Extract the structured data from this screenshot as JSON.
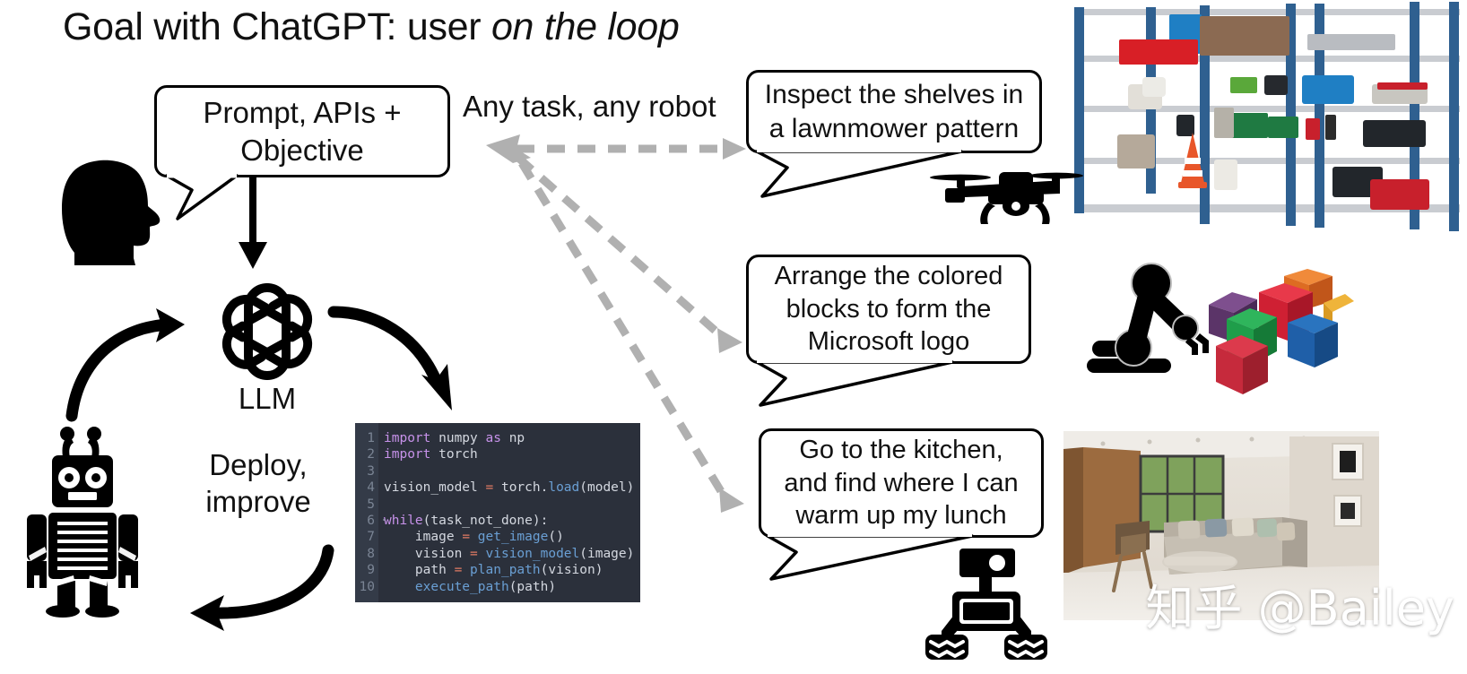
{
  "title": {
    "prefix": "Goal with ChatGPT: user ",
    "emphasis": "on the loop",
    "full": "Goal with ChatGPT: user on the loop"
  },
  "labels": {
    "any_task": "Any task, any robot",
    "llm": "LLM",
    "deploy_line1": "Deploy,",
    "deploy_line2": "improve"
  },
  "prompt_bubble": {
    "line1": "Prompt, APIs +",
    "line2": "Objective",
    "text": "Prompt, APIs + Objective"
  },
  "task_bubbles": [
    {
      "id": "inspect-shelves",
      "line1": "Inspect the shelves in",
      "line2": "a lawnmower pattern",
      "text": "Inspect the shelves in a lawnmower pattern",
      "robot": "drone"
    },
    {
      "id": "arrange-blocks",
      "line1": "Arrange the colored",
      "line2": "blocks to form the",
      "line3": "Microsoft logo",
      "text": "Arrange the colored blocks to form the Microsoft logo",
      "robot": "robot-arm"
    },
    {
      "id": "kitchen-lunch",
      "line1": "Go to the kitchen,",
      "line2": "and find where I can",
      "line3": "warm up my lunch",
      "text": "Go to the kitchen, and find where I can warm up my lunch",
      "robot": "ground-robot"
    }
  ],
  "code": {
    "language": "python",
    "lines": [
      {
        "n": "1",
        "tokens": [
          {
            "t": "import",
            "c": "kw"
          },
          {
            "t": " numpy ",
            "c": "pl"
          },
          {
            "t": "as",
            "c": "kw"
          },
          {
            "t": " np",
            "c": "pl"
          }
        ]
      },
      {
        "n": "2",
        "tokens": [
          {
            "t": "import",
            "c": "kw"
          },
          {
            "t": " torch",
            "c": "pl"
          }
        ]
      },
      {
        "n": "3",
        "tokens": []
      },
      {
        "n": "4",
        "tokens": [
          {
            "t": "vision_model ",
            "c": "pl"
          },
          {
            "t": "=",
            "c": "op"
          },
          {
            "t": " torch.",
            "c": "pl"
          },
          {
            "t": "load",
            "c": "fn"
          },
          {
            "t": "(model)",
            "c": "pl"
          }
        ]
      },
      {
        "n": "5",
        "tokens": []
      },
      {
        "n": "6",
        "fold": true,
        "tokens": [
          {
            "t": "while",
            "c": "kw"
          },
          {
            "t": "(task_not_done):",
            "c": "pl"
          }
        ]
      },
      {
        "n": "7",
        "tokens": [
          {
            "t": "    image ",
            "c": "pl"
          },
          {
            "t": "=",
            "c": "op"
          },
          {
            "t": " ",
            "c": "pl"
          },
          {
            "t": "get_image",
            "c": "fn"
          },
          {
            "t": "()",
            "c": "pl"
          }
        ]
      },
      {
        "n": "8",
        "tokens": [
          {
            "t": "    vision ",
            "c": "pl"
          },
          {
            "t": "=",
            "c": "op"
          },
          {
            "t": " ",
            "c": "pl"
          },
          {
            "t": "vision_model",
            "c": "fn"
          },
          {
            "t": "(image)",
            "c": "pl"
          }
        ]
      },
      {
        "n": "9",
        "tokens": [
          {
            "t": "    path ",
            "c": "pl"
          },
          {
            "t": "=",
            "c": "op"
          },
          {
            "t": " ",
            "c": "pl"
          },
          {
            "t": "plan_path",
            "c": "fn"
          },
          {
            "t": "(vision)",
            "c": "pl"
          }
        ]
      },
      {
        "n": "10",
        "tokens": [
          {
            "t": "    ",
            "c": "pl"
          },
          {
            "t": "execute_path",
            "c": "fn"
          },
          {
            "t": "(path)",
            "c": "pl"
          }
        ]
      }
    ],
    "plain_text": "import numpy as np\nimport torch\n\nvision_model = torch.load(model)\n\nwhile(task_not_done):\n    image = get_image()\n    vision = vision_model(image)\n    path = plan_path(vision)\n    execute_path(path)"
  },
  "watermark": "知乎 @Bailey",
  "colors": {
    "bubble_border": "#000000",
    "dashed_arrow": "#b0b0b0",
    "solid_arrow": "#000000",
    "code_bg": "#2b303b",
    "code_gutter": "#343b48",
    "code_keyword": "#c792ea",
    "code_function": "#6a9fd4",
    "code_operator": "#e07b63",
    "code_plain": "#d4d8e0",
    "code_linenum": "#7a8494",
    "shelf_post": "#2f6090",
    "text": "#111111"
  },
  "blocks": [
    {
      "name": "purple-cube",
      "color": "#6b3f7a"
    },
    {
      "name": "orange-cube",
      "color": "#e8712a"
    },
    {
      "name": "red-cube",
      "color": "#d8253a"
    },
    {
      "name": "green-cube",
      "color": "#1f9e4a"
    },
    {
      "name": "blue-cube",
      "color": "#1f5fa8"
    },
    {
      "name": "crimson-cube",
      "color": "#c62a3c"
    },
    {
      "name": "yellow-cube",
      "color": "#e8a92a"
    }
  ],
  "shelf_items": [
    {
      "name": "blue-bin",
      "color": "#1f7fc4"
    },
    {
      "name": "red-crate",
      "color": "#d81f26"
    },
    {
      "name": "brown-box",
      "color": "#8b6a52"
    },
    {
      "name": "white-rolls",
      "color": "#e2dfd8"
    },
    {
      "name": "cone",
      "color": "#e8562a"
    },
    {
      "name": "black-toolbox",
      "color": "#22262b"
    },
    {
      "name": "red-toolbox",
      "color": "#c8202c"
    },
    {
      "name": "green-cans",
      "color": "#1f7a42"
    }
  ]
}
